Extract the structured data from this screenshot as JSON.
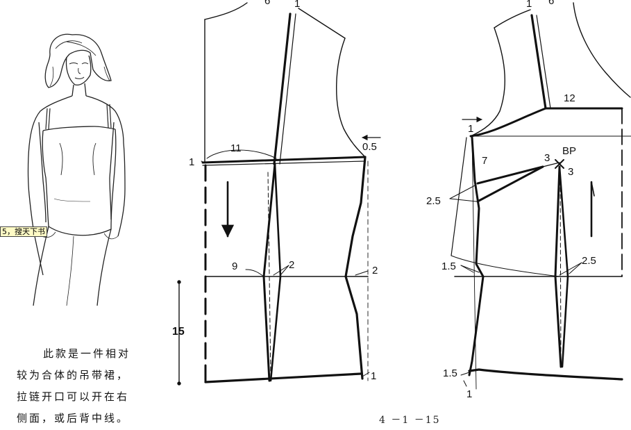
{
  "description": {
    "line1": "此款是一件相对",
    "line2": "较为合体的吊带裙，",
    "line3": "拉链开口可以开在右",
    "line4": "侧面，或后背中线。"
  },
  "watermark_stamp": "5，搜天下书",
  "figure_number": "4 －1 －15",
  "back_pattern": {
    "top_left": "6",
    "top_right": "1",
    "waist_shift": "11",
    "left_edge_one": "1",
    "side_shift": "0.5",
    "dart_width": "9",
    "dart_small": "2",
    "side_waist": "2",
    "hip_depth": "15",
    "hem_rise": "1"
  },
  "front_pattern": {
    "top_left": "1",
    "top_right": "6",
    "strap_width": "12",
    "neck_one": "1",
    "dart_length": "7",
    "bp": "BP",
    "bp_left": "3",
    "bp_below": "3",
    "side_dart": "2.5",
    "waist_left": "1.5",
    "waist_dart": "2.5",
    "hem_left": "1.5",
    "hem_bottom": "1"
  }
}
